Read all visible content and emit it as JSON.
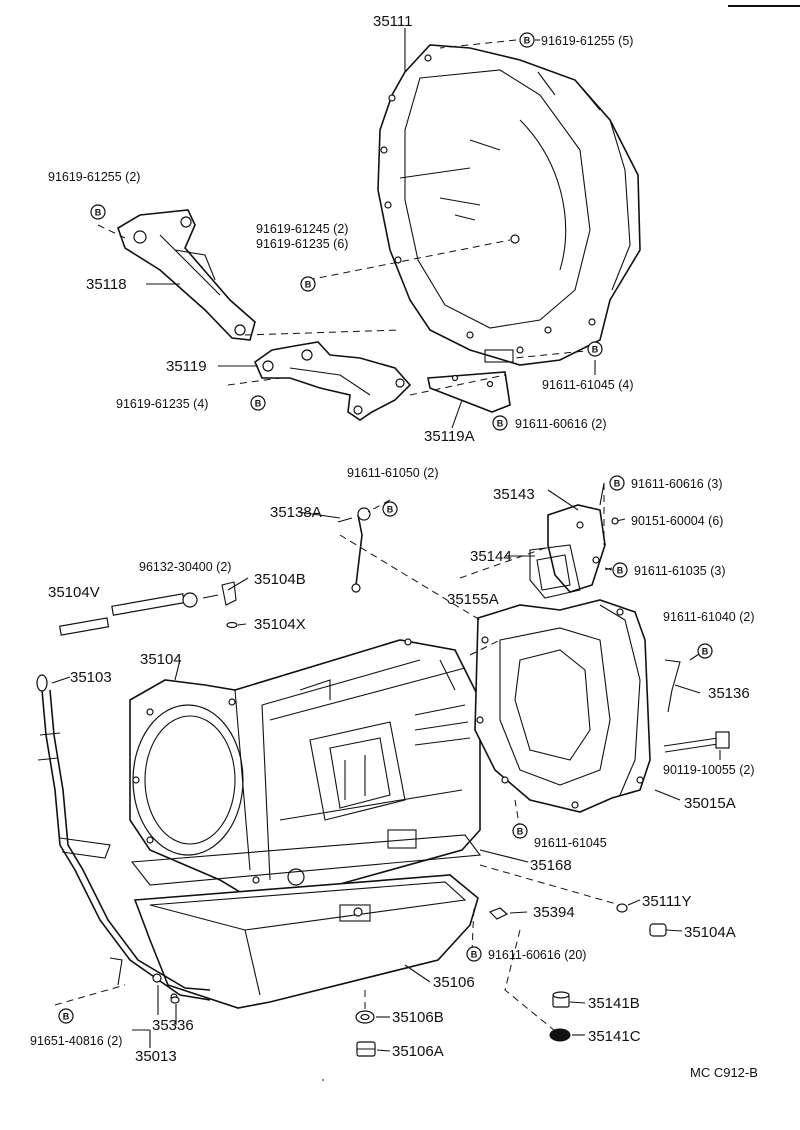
{
  "diagram": {
    "part_labels": {
      "p35111": "35111",
      "p35118": "35118",
      "p35119": "35119",
      "p35119A": "35119A",
      "p35138A": "35138A",
      "p35143": "35143",
      "p35144": "35144",
      "p35155A": "35155A",
      "p35104V": "35104V",
      "p35104B": "35104B",
      "p35104X": "35104X",
      "p35104": "35104",
      "p35103": "35103",
      "p35136": "35136",
      "p35015A": "35015A",
      "p35168": "35168",
      "p35111Y": "35111Y",
      "p35394": "35394",
      "p35104A": "35104A",
      "p35106": "35106",
      "p35141B": "35141B",
      "p35141C": "35141C",
      "p35106B": "35106B",
      "p35106A": "35106A",
      "p35336": "35336",
      "p35013": "35013"
    },
    "bolt_labels": {
      "b1": "91619-61255 (5)",
      "b2": "91619-61255 (2)",
      "b3a": "91619-61245 (2)",
      "b3b": "91619-61235 (6)",
      "b4": "91611-61045 (4)",
      "b5": "91619-61235 (4)",
      "b6": "91611-60616 (2)",
      "b7": "91611-61050 (2)",
      "b8": "91611-60616 (3)",
      "b9": "90151-60004 (6)",
      "b10": "91611-61035 (3)",
      "b11": "96132-30400 (2)",
      "b12": "91611-61040 (2)",
      "b13": "90119-10055 (2)",
      "b14": "91611-61045",
      "b15": "91611-60616 (20)",
      "b16": "91651-40816 (2)"
    },
    "bolt_marker": "B",
    "footer_code": "MC  C912-B"
  }
}
